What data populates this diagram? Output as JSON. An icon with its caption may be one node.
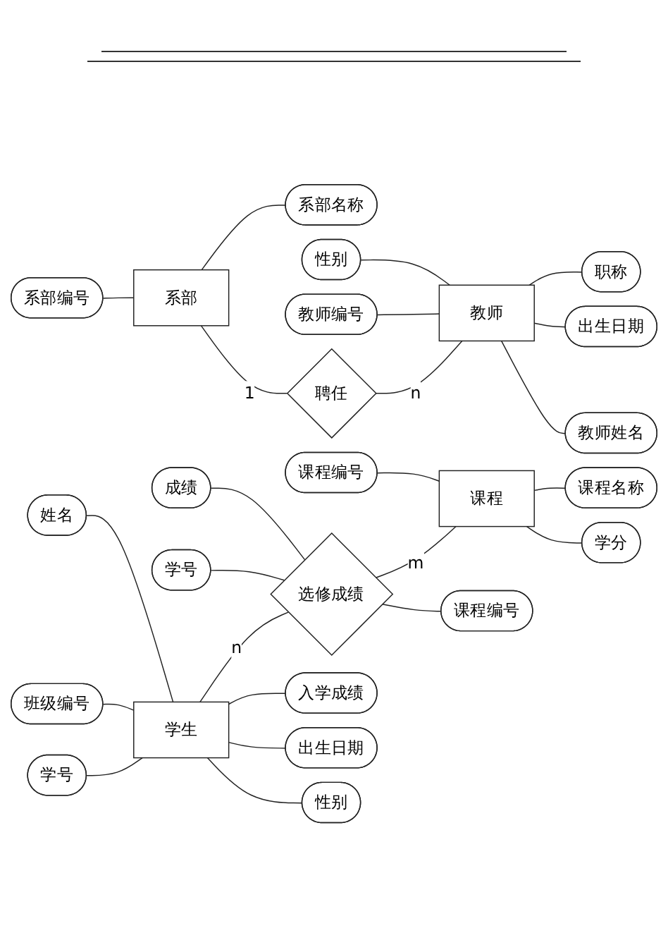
{
  "diagram": {
    "nodes": [
      {
        "text": [
          "系部编号"
        ]
      },
      {
        "text": [
          "系部"
        ]
      },
      {
        "text": [
          "系部名称"
        ]
      },
      {
        "text": [
          "聘任"
        ]
      },
      {
        "text": [
          "教师编号"
        ]
      },
      {
        "text": [
          "性别"
        ]
      },
      {
        "text": [
          "教师"
        ]
      },
      {
        "text": [
          "职称"
        ]
      },
      {
        "text": [
          "出生日期"
        ]
      },
      {
        "text": [
          "教师姓名"
        ]
      },
      {
        "text": [
          "学号"
        ]
      },
      {
        "text": [
          "班级编号"
        ]
      },
      {
        "text": [
          "学号"
        ]
      },
      {
        "text": [
          "成绩"
        ]
      },
      {
        "text": [
          "课程编号"
        ]
      },
      {
        "text": [
          "姓名"
        ]
      },
      {
        "text": [
          "学生"
        ]
      },
      {
        "text": [
          "选修成绩"
        ]
      },
      {
        "text": [
          "课程"
        ]
      },
      {
        "text": [
          "课程名称"
        ]
      },
      {
        "text": [
          "入学成绩"
        ]
      },
      {
        "text": [
          "出生日期"
        ]
      },
      {
        "text": [
          "性别"
        ]
      },
      {
        "text": [
          "课程编号"
        ]
      },
      {
        "text": [
          "学分"
        ]
      }
    ],
    "edges": [
      {
        "from": 0,
        "to": 1,
        "arrow": "none"
      },
      {
        "from": 1,
        "to": 2,
        "arrow": "none"
      },
      {
        "from": 1,
        "to": 3,
        "arrow": "none",
        "label": "1"
      },
      {
        "from": 3,
        "to": 6,
        "arrow": "none",
        "label": "n"
      },
      {
        "from": 4,
        "to": 6,
        "arrow": "none"
      },
      {
        "from": 5,
        "to": 6,
        "arrow": "none"
      },
      {
        "from": 6,
        "to": 7,
        "arrow": "none"
      },
      {
        "from": 6,
        "to": 8,
        "arrow": "none"
      },
      {
        "from": 6,
        "to": 9,
        "arrow": "none"
      },
      {
        "from": 10,
        "to": 16,
        "arrow": "none"
      },
      {
        "from": 11,
        "to": 16,
        "arrow": "none"
      },
      {
        "from": 15,
        "to": 16,
        "arrow": "none"
      },
      {
        "from": 16,
        "to": 20,
        "arrow": "none"
      },
      {
        "from": 16,
        "to": 21,
        "arrow": "none"
      },
      {
        "from": 16,
        "to": 22,
        "arrow": "none"
      },
      {
        "from": 16,
        "to": 17,
        "arrow": "none",
        "label": "n"
      },
      {
        "from": 12,
        "to": 17,
        "arrow": "none"
      },
      {
        "from": 13,
        "to": 17,
        "arrow": "none"
      },
      {
        "from": 17,
        "to": 23,
        "arrow": "none"
      },
      {
        "from": 17,
        "to": 18,
        "arrow": "none",
        "label": "m"
      },
      {
        "from": 14,
        "to": 18,
        "arrow": "none"
      },
      {
        "from": 18,
        "to": 19,
        "arrow": "none"
      },
      {
        "from": 18,
        "to": 24,
        "arrow": "none"
      }
    ]
  }
}
